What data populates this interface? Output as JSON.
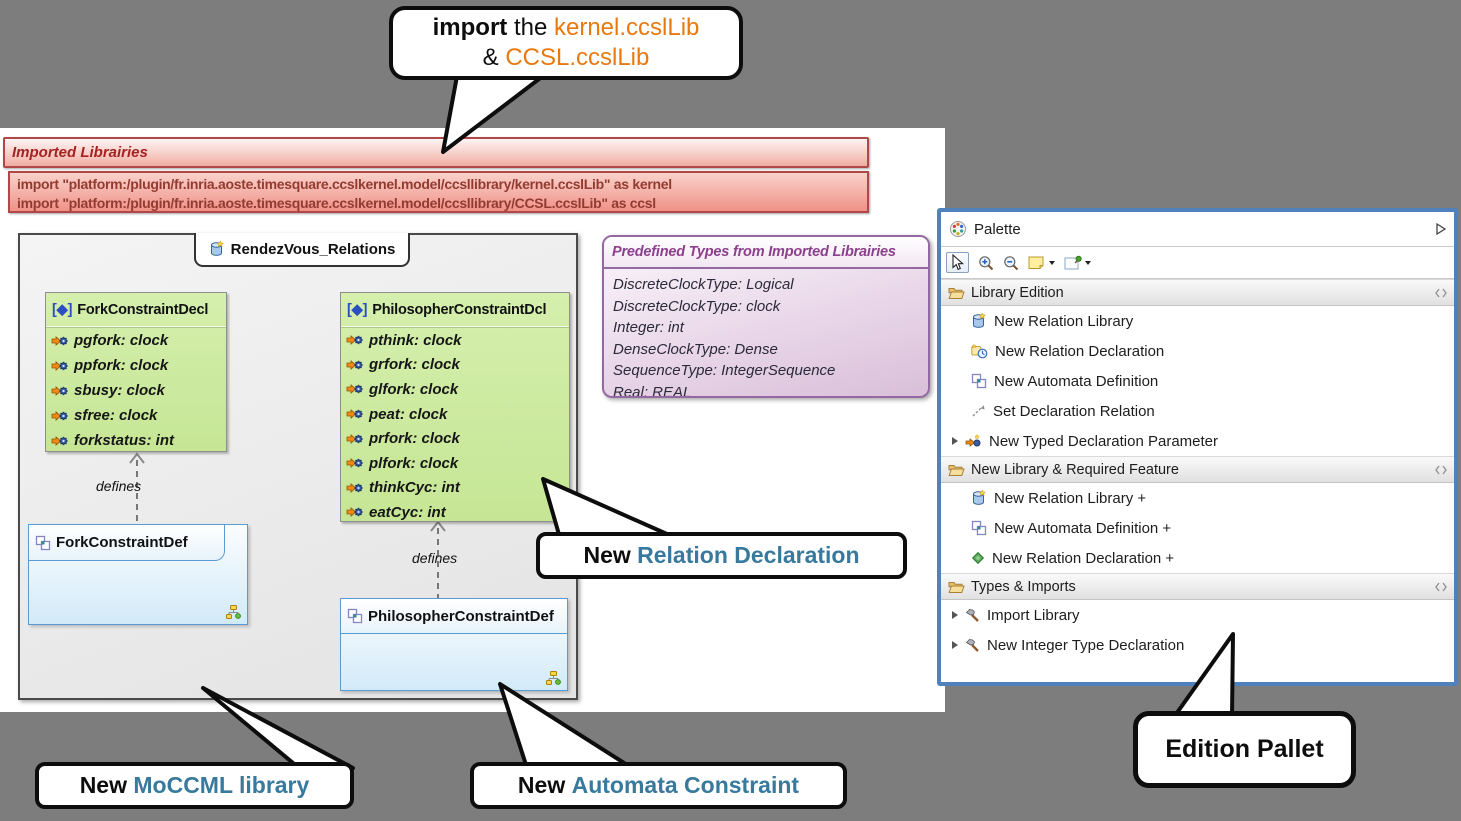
{
  "colors": {
    "accent_teal": "#38799e",
    "accent_orange": "#e8790f",
    "palette_border": "#4f81bd",
    "green_box": "#cdeaa2",
    "red_title": "#a42222",
    "purple_title": "#8d3f8d"
  },
  "callouts": {
    "import": {
      "bold": "import",
      "mid": " the ",
      "lib1": "kernel.ccslLib",
      "amp": "& ",
      "lib2": "CCSL.ccslLib"
    },
    "relation_declaration": {
      "prefix": "New ",
      "highlight": "Relation Declaration"
    },
    "moccml": {
      "prefix": "New ",
      "highlight": "MoCCML library"
    },
    "automata": {
      "prefix": "New ",
      "highlight": "Automata Constraint"
    },
    "edition": {
      "label": "Edition Pallet"
    }
  },
  "imported_libraries": {
    "title": "Imported Librairies",
    "imports": [
      "import \"platform:/plugin/fr.inria.aoste.timesquare.ccslkernel.model/ccsllibrary/kernel.ccslLib\" as kernel",
      "import \"platform:/plugin/fr.inria.aoste.timesquare.ccslkernel.model/ccsllibrary/CCSL.ccslLib\" as ccsl"
    ]
  },
  "diagram": {
    "frame_title": "RendezVous_Relations",
    "edge_label": "defines",
    "decl_icon_glyph": "[◆]",
    "decl_boxes": [
      {
        "title": "ForkConstraintDecl",
        "attributes": [
          "pgfork: clock",
          "ppfork: clock",
          "sbusy: clock",
          "sfree: clock",
          "forkstatus: int"
        ]
      },
      {
        "title": "PhilosopherConstraintDcl",
        "attributes": [
          "pthink: clock",
          "grfork: clock",
          "glfork: clock",
          "peat: clock",
          "prfork: clock",
          "plfork: clock",
          "thinkCyc: int",
          "eatCyc: int"
        ]
      }
    ],
    "def_boxes": [
      {
        "title": "ForkConstraintDef"
      },
      {
        "title": "PhilosopherConstraintDef"
      }
    ]
  },
  "predefined_types": {
    "title": "Predefined Types from Imported Librairies",
    "items": [
      "DiscreteClockType: Logical",
      "DiscreteClockType: clock",
      "Integer: int",
      "DenseClockType: Dense",
      "SequenceType: IntegerSequence",
      "Real: REAL"
    ]
  },
  "palette": {
    "title": "Palette",
    "sections": [
      {
        "label": "Library Edition",
        "items": [
          {
            "label": "New Relation Library"
          },
          {
            "label": "New Relation Declaration"
          },
          {
            "label": "New Automata Definition"
          },
          {
            "label": "Set Declaration Relation"
          },
          {
            "label": "New Typed Declaration Parameter"
          }
        ]
      },
      {
        "label": "New Library & Required Feature",
        "items": [
          {
            "label": "New Relation Library +"
          },
          {
            "label": "New Automata Definition +"
          },
          {
            "label": "New Relation Declaration +"
          }
        ]
      },
      {
        "label": "Types & Imports",
        "items": [
          {
            "label": "Import Library"
          },
          {
            "label": "New Integer Type Declaration"
          }
        ]
      }
    ]
  }
}
